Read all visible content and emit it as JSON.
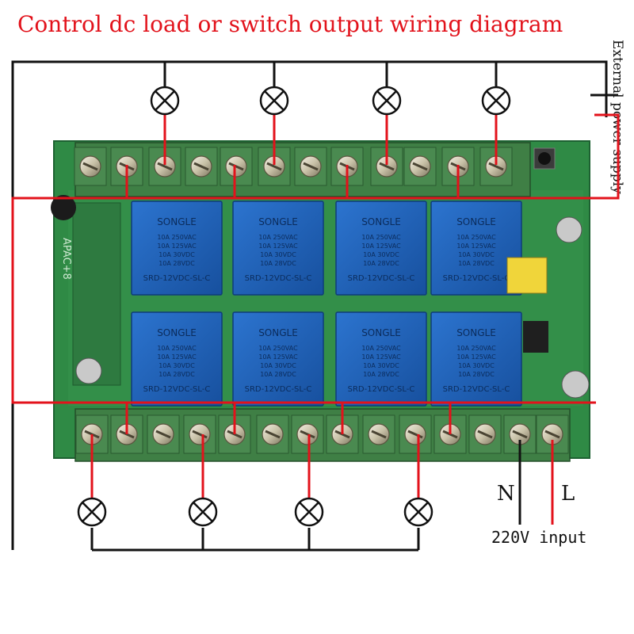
{
  "title": "Control dc load or switch output wiring diagram",
  "external_power_label": "External power supply",
  "terminals": {
    "neutral": "N",
    "live": "L",
    "input": "220V input"
  },
  "board": {
    "model_label": "APAC+8",
    "relay_brand": "SONGLE",
    "relay_model": "SRD-12VDC-SL-C",
    "relay_ratings": [
      "10A 250VAC",
      "10A 125VAC",
      "10A 30VDC",
      "10A 28VDC"
    ]
  },
  "colors": {
    "title": "#e2121b",
    "wire_red": "#e3121b",
    "wire_black": "#111111",
    "pcb": "#2f8a45",
    "terminal_block": "#3f7f45",
    "relay": "#1f5fb4"
  },
  "icons": {
    "load": "lamp-icon",
    "screw": "screw-terminal-icon"
  }
}
